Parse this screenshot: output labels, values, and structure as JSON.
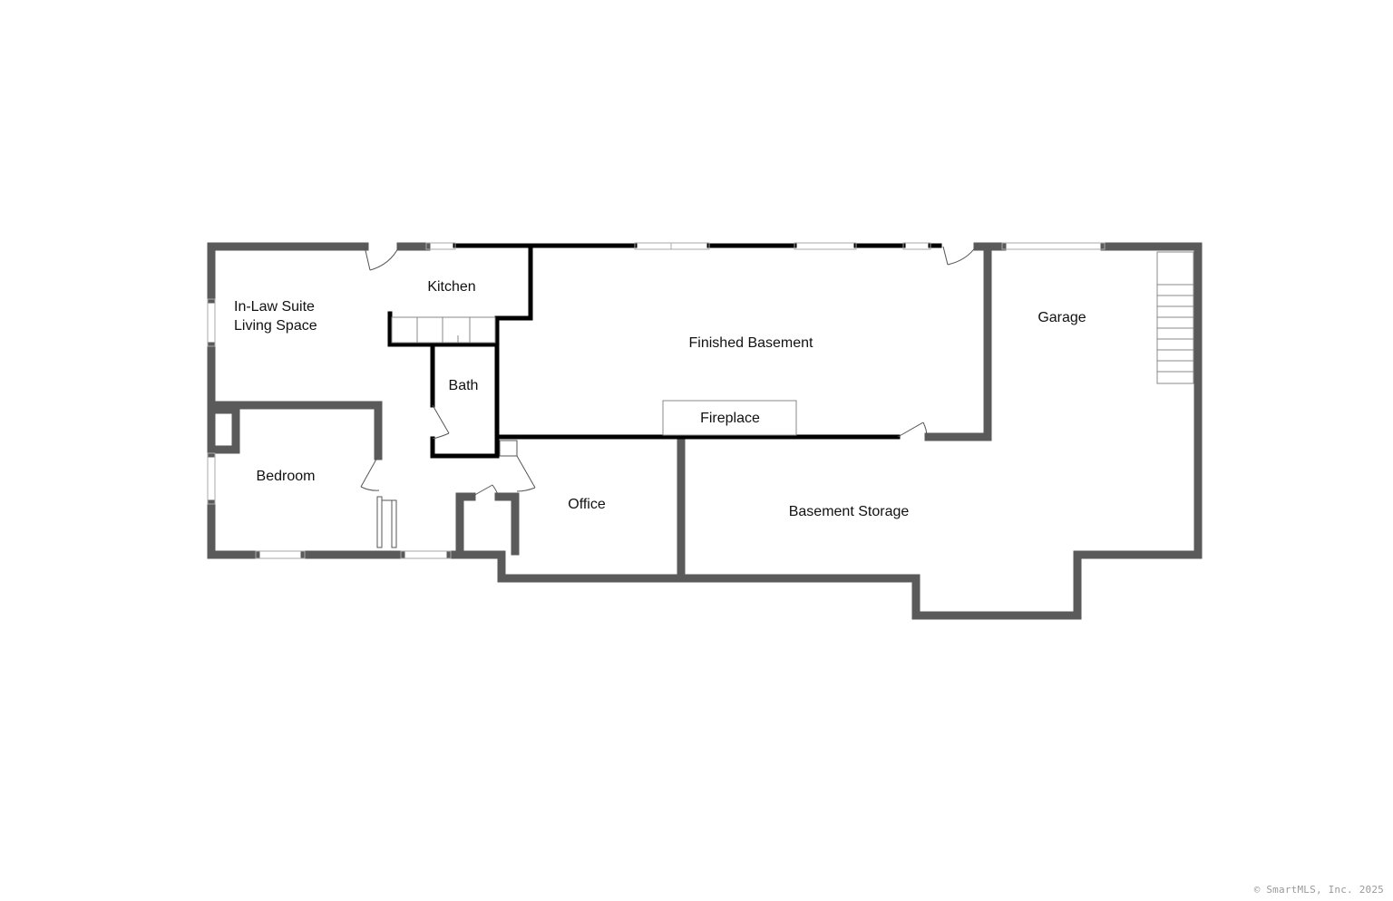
{
  "floor_plan": {
    "rooms": [
      {
        "id": "in-law-suite",
        "lines": [
          "In-Law Suite",
          "Living Space"
        ]
      },
      {
        "id": "kitchen",
        "lines": [
          "Kitchen"
        ]
      },
      {
        "id": "bath",
        "lines": [
          "Bath"
        ]
      },
      {
        "id": "bedroom",
        "lines": [
          "Bedroom"
        ]
      },
      {
        "id": "finished-basement",
        "lines": [
          "Finished Basement"
        ]
      },
      {
        "id": "fireplace",
        "lines": [
          "Fireplace"
        ]
      },
      {
        "id": "office",
        "lines": [
          "Office"
        ]
      },
      {
        "id": "basement-storage",
        "lines": [
          "Basement Storage"
        ]
      },
      {
        "id": "garage",
        "lines": [
          "Garage"
        ]
      }
    ]
  },
  "footer": {
    "copyright": "© SmartMLS, Inc. 2025"
  },
  "colors": {
    "exterior_wall": "#5a5a5a",
    "interior_wall": "#000000",
    "window_line": "#aaaaaa",
    "background": "#ffffff"
  }
}
